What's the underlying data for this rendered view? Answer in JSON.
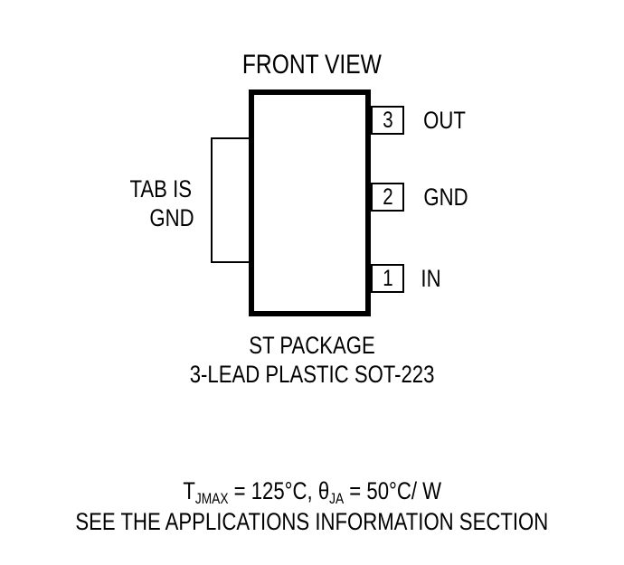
{
  "diagram": {
    "title": "FRONT VIEW",
    "tab_note": {
      "line1": "TAB IS",
      "line2": "GND"
    },
    "pins": [
      {
        "number": "3",
        "name": "OUT"
      },
      {
        "number": "2",
        "name": "GND"
      },
      {
        "number": "1",
        "name": "IN"
      }
    ],
    "package_caption": {
      "line1": "ST PACKAGE",
      "line2": "3-LEAD PLASTIC SOT-223"
    },
    "thermal": {
      "t_symbol": "T",
      "t_subscript": "JMAX",
      "t_value": " = 125°C, ",
      "theta_symbol": "θ",
      "theta_subscript": "JA",
      "theta_value": " = 50°C/ W",
      "applications_note": "SEE THE APPLICATIONS INFORMATION SECTION"
    },
    "colors": {
      "ink": "#000000",
      "background": "#ffffff"
    }
  }
}
